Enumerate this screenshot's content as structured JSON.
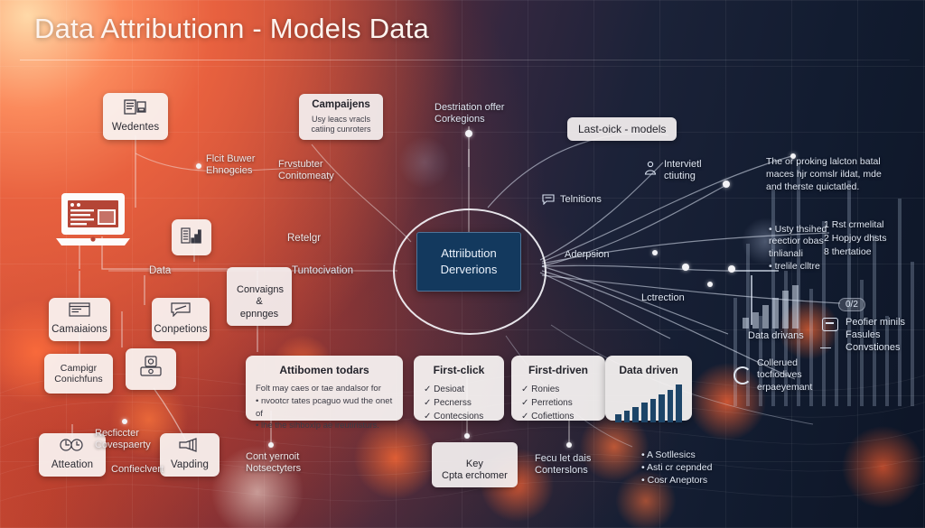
{
  "header": {
    "title": "Data Attributionn - Models Data"
  },
  "hub": {
    "line1": "Attriibution",
    "line2": "Derverions"
  },
  "nodes": {
    "websites": {
      "label": "Wedentes",
      "icon": "documents-icon"
    },
    "campaigns_box": {
      "title": "Campaijens",
      "sub": "Usy leacs vracls\ncatiing cunroters"
    },
    "lastclick_pill": {
      "label": "Last-oick - models"
    },
    "chart_node": {
      "label": "",
      "icon": "bar-chart-icon"
    },
    "campaigns_left": {
      "label": "Camaiaions",
      "icon": "browser-icon"
    },
    "conversions_left": {
      "label": "Conpetions",
      "icon": "chat-icon"
    },
    "campaign_conversions": {
      "label": "Campigr\nConichfuns"
    },
    "convaigns_pill": {
      "label": "Convaigns\n& epnnges"
    },
    "attention": {
      "label": "Atteation",
      "icon": "analytics-icon"
    },
    "vapding": {
      "label": "Vapding",
      "icon": "megaphone-icon"
    },
    "device_node": {
      "label": "",
      "icon": "device-stack-icon"
    },
    "laptop": {
      "label": "",
      "icon": "laptop-icon"
    },
    "key_pill": {
      "label": "Key\nCpta erchomer"
    }
  },
  "connector_labels": {
    "flcit_buwer": "Flcit Buwer\nEhnogcies",
    "frvstubter": "Frvstubter\nConitomeaty",
    "destriation": "Destriation offer\nCorkegions",
    "data": "Data",
    "retelgr": "Retelgr",
    "tuntocivation": "Tuntocivation",
    "telnitions": "Telnitions",
    "aderpsion": "Aderpsion",
    "lctrection": "Lctrection",
    "intervietl": "Intervietl\nctiuting",
    "recficcter": "Recficcter\nCovespaerty",
    "confieclvert": "Confieclvert",
    "cont_yernoit": "Cont yernoit\nNotsectyters",
    "fecu_let": "Fecu let dais\nConterslons",
    "data_drivans": "Data drivans",
    "collertued": "Collerued\ntocfiodives\nerpaeyemant"
  },
  "model_cards": [
    {
      "title": "Attibomen todars",
      "body": "Folt may caes or tae andalsor for\n• nvootcr tates pcaguo wud the onet of\n• lhe the sihboxlp ae ireutiristurs.",
      "items": []
    },
    {
      "title": "First-click",
      "body": "",
      "items": [
        "Desioat",
        "Pecnerss",
        "Contecsions"
      ]
    },
    {
      "title": "First-driven",
      "body": "",
      "items": [
        "Ronies",
        "Perretions",
        "Cofiettions"
      ]
    },
    {
      "title": "Data driven",
      "body": "",
      "items": [],
      "chart": [
        9,
        13,
        17,
        22,
        26,
        31,
        36,
        42
      ]
    }
  ],
  "right_panel": {
    "paragraph": "The or proking lalcton batal\nmaces hjr comslr ildat, mde\nand therste quictatled.",
    "bullets": [
      "Usty thsihed\nreectior obas\ntinlianali",
      "trelile clltre"
    ],
    "numbered": [
      "1  Rst crmelital",
      "2  Hopjoy dhsts",
      "8  thertatioe"
    ]
  },
  "legend": {
    "badge": "0/2",
    "rows": [
      "Peofier minils",
      "Fasules",
      "Convstiones"
    ],
    "icon": "card-icon"
  },
  "bottom_bullets": [
    "A Sotllesics",
    "Asti cr cepnded",
    "Cosr Aneptors"
  ],
  "colors": {
    "hub_fill": "#13395e",
    "card_bg": "#faf4f2",
    "accent_warm": "#e2593b",
    "accent_cool": "#11192c"
  }
}
